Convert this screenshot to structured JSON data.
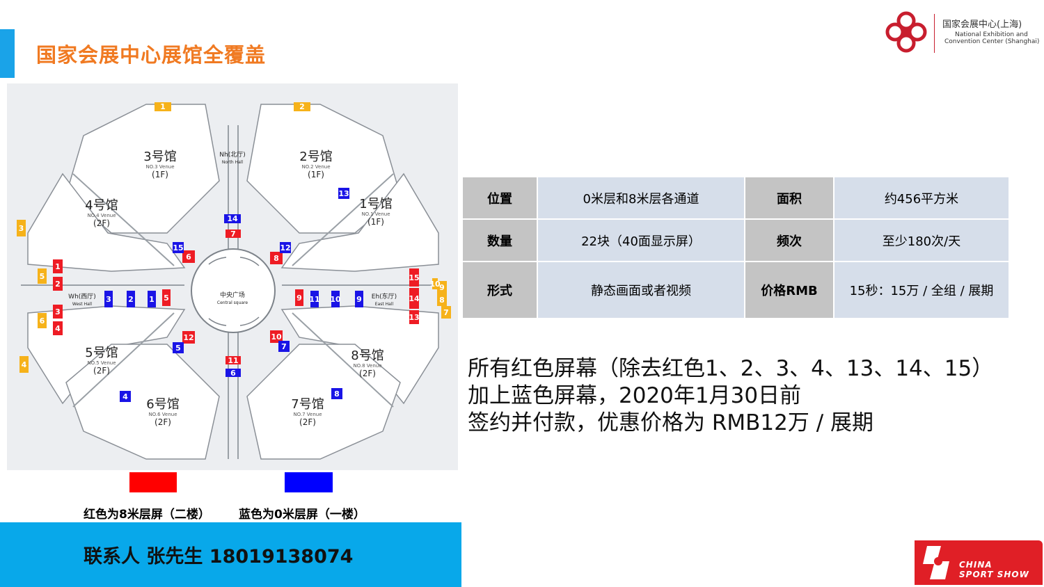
{
  "title": "国家会展中心展馆全覆盖",
  "logo": {
    "cn": "国家会展中心(上海)",
    "en1": "National Exhibition and",
    "en2": "Convention Center (Shanghai)"
  },
  "map": {
    "venues": [
      {
        "name": "3号馆",
        "en": "NO.3 Venue",
        "floor": "(1F)"
      },
      {
        "name": "2号馆",
        "en": "NO.2 Venue",
        "floor": "(1F)"
      },
      {
        "name": "4号馆",
        "en": "NO.4 Venue",
        "floor": "(2F)"
      },
      {
        "name": "1号馆",
        "en": "NO.1 Venue",
        "floor": "(1F)"
      },
      {
        "name": "5号馆",
        "en": "NO.5 Venue",
        "floor": "(2F)"
      },
      {
        "name": "8号馆",
        "en": "NO.8 Venue",
        "floor": "(2F)"
      },
      {
        "name": "6号馆",
        "en": "NO.6 Venue",
        "floor": "(2F)"
      },
      {
        "name": "7号馆",
        "en": "NO.7 Venue",
        "floor": "(2F)"
      }
    ],
    "halls": {
      "north": "Nh(北厅)",
      "north_en": "North Hall",
      "west": "Wh(西厅)",
      "west_en": "West Hall",
      "east": "Eh(东厅)",
      "east_en": "East Hall",
      "center": "中央广场",
      "center_en": "Central square"
    },
    "markers_yellow": [
      "1",
      "2",
      "3",
      "4",
      "5",
      "6",
      "7",
      "8",
      "9",
      "10"
    ],
    "markers_red": [
      "1",
      "2",
      "3",
      "4",
      "5",
      "6",
      "7",
      "8",
      "9",
      "10",
      "11",
      "12",
      "13",
      "14",
      "15"
    ],
    "markers_blue": [
      "1",
      "2",
      "3",
      "4",
      "5",
      "6",
      "7",
      "8",
      "9",
      "10",
      "11",
      "12",
      "13",
      "14",
      "15"
    ]
  },
  "legend": {
    "red": "红色为8米层屏（二楼）",
    "blue": "蓝色为0米层屏（一楼）",
    "red_color": "#ff0000",
    "blue_color": "#0000ff"
  },
  "contact": "联系人 张先生 18019138074",
  "table": [
    {
      "k1": "位置",
      "v1": "0米层和8米层各通道",
      "k2": "面积",
      "v2": "约456平方米"
    },
    {
      "k1": "数量",
      "v1": "22块（40面显示屏）",
      "k2": "频次",
      "v2": "至少180次/天"
    },
    {
      "k1": "形式",
      "v1": "静态画面或者视频",
      "k2": "价格RMB",
      "v2": "15秒：15万 / 全组 / 展期"
    }
  ],
  "note": [
    "所有红色屏幕（除去红色1、2、3、4、13、14、15）",
    "加上蓝色屏幕，2020年1月30日前",
    "签约并付款，优惠价格为 RMB12万 / 展期"
  ],
  "brand": {
    "line1": "CHINA",
    "line2": "SPORT SHOW"
  },
  "colors": {
    "accent": "#1aa3e8",
    "title": "#f07a22",
    "contact_bg": "#08a8ea",
    "brand_red": "#e01f26"
  }
}
